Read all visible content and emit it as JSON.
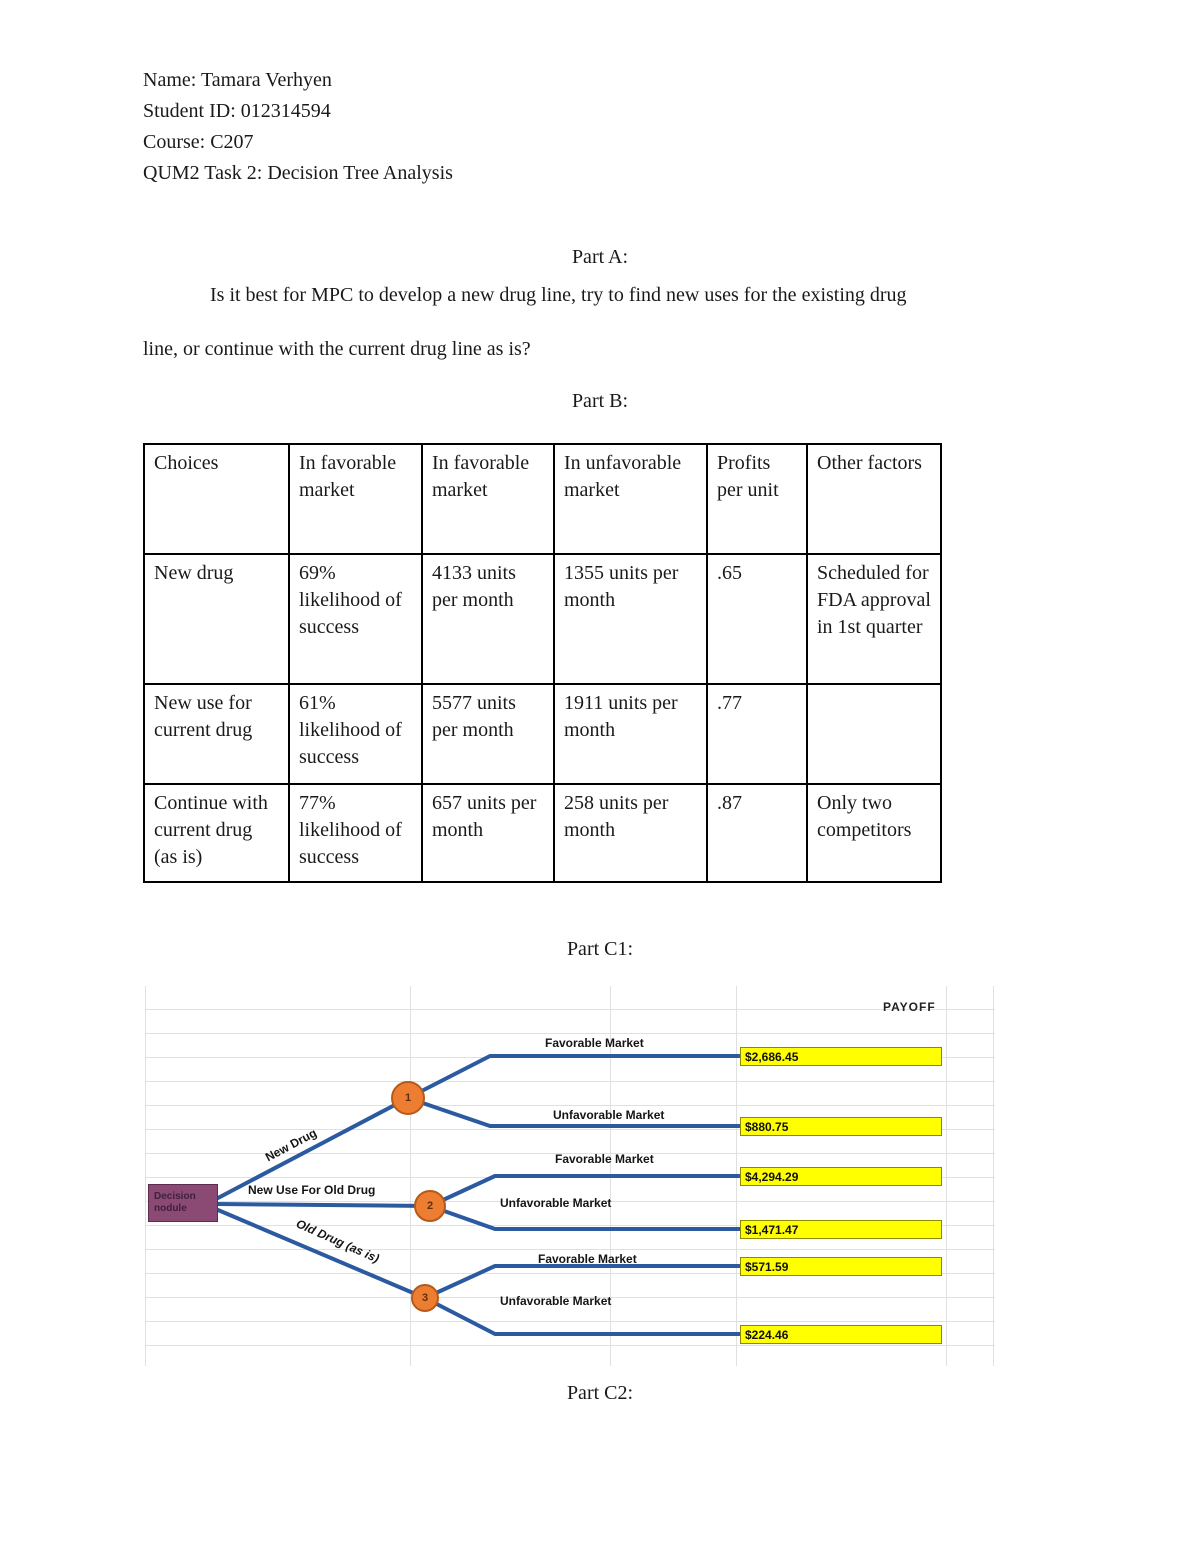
{
  "header": {
    "line1": "Name: Tamara Verhyen",
    "line2": "Student ID: 012314594",
    "line3": "Course: C207",
    "line4": "QUM2 Task 2: Decision Tree Analysis"
  },
  "part_a": {
    "heading": "Part A:",
    "question_line1": "Is it best for MPC to develop a new drug line, try to find new uses for the existing drug",
    "question_line2": "line, or continue with the current drug line as is?"
  },
  "part_b": {
    "heading": "Part B:",
    "table": {
      "headers": [
        "Choices",
        "In favorable market",
        "In favorable market",
        "In unfavorable market",
        "Profits per unit",
        "Other factors"
      ],
      "rows": [
        [
          "New drug",
          "69% likelihood of success",
          "4133 units per month",
          "1355 units per month",
          ".65",
          "Scheduled for FDA approval in 1st quarter"
        ],
        [
          "New  use for current drug",
          "61% likelihood of success",
          "5577 units per month",
          "1911 units per month",
          ".77",
          ""
        ],
        [
          "Continue with current drug (as is)",
          "77% likelihood of success",
          "657 units per month",
          "258 units per month",
          ".87",
          "Only two competitors"
        ]
      ]
    }
  },
  "part_c1": {
    "heading": "Part C1:",
    "payoff_header": "PAYOFF",
    "root_label": "Decision nodule",
    "colors": {
      "line_blue": "#2b5aa0",
      "node_orange": "#ed7d31",
      "payoff_yellow": "#ffff00",
      "root_purple": "#8a4a74"
    },
    "branches": [
      {
        "label": "New Drug",
        "node": "1",
        "outcomes": [
          {
            "label": "Favorable Market",
            "payoff": "$2,686.45"
          },
          {
            "label": "Unfavorable Market",
            "payoff": "$880.75"
          }
        ]
      },
      {
        "label": "New Use For Old Drug",
        "node": "2",
        "outcomes": [
          {
            "label": "Favorable Market",
            "payoff": "$4,294.29"
          },
          {
            "label": "Unfavorable Market",
            "payoff": "$1,471.47"
          }
        ]
      },
      {
        "label": "Old Drug (as is)",
        "node": "3",
        "outcomes": [
          {
            "label": "Favorable Market",
            "payoff": "$571.59"
          },
          {
            "label": "Unfavorable Market",
            "payoff": "$224.46"
          }
        ]
      }
    ]
  },
  "part_c2": {
    "heading": "Part C2:"
  }
}
